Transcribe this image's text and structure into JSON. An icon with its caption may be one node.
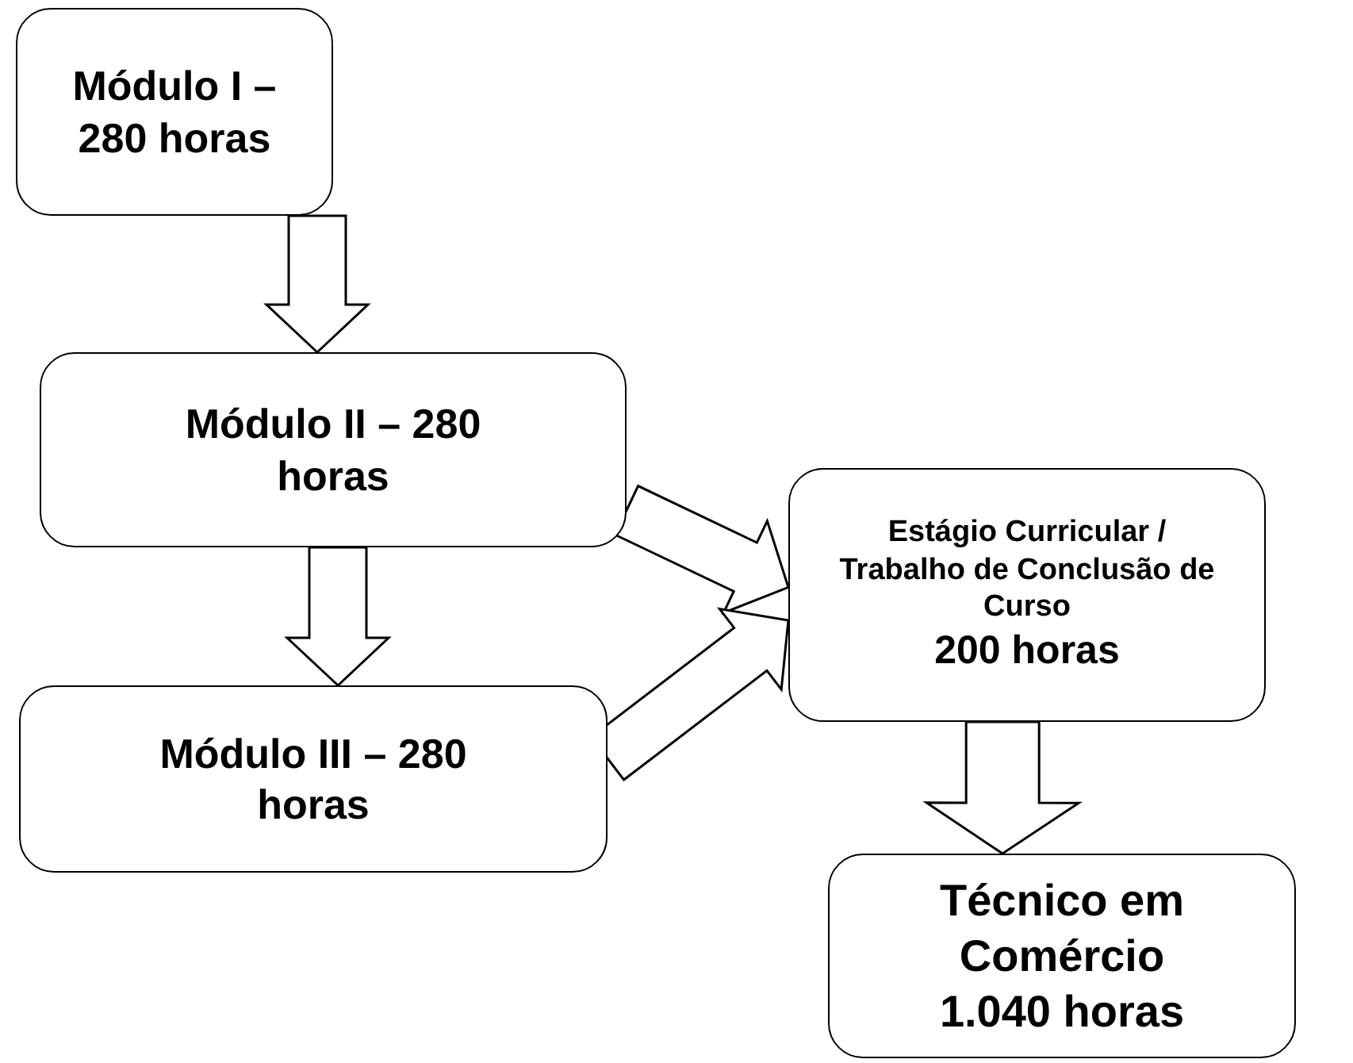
{
  "diagram": {
    "nodes": [
      {
        "text": [
          "Módulo I – 280 horas"
        ]
      },
      {
        "text": [
          "Módulo II – 280 horas"
        ]
      },
      {
        "text": [
          "Módulo III – 280 horas"
        ]
      },
      {
        "text": [
          "Estágio Curricular / Trabalho de Conclusão de Curso",
          "200 horas"
        ]
      },
      {
        "text": [
          "Técnico em Comércio 1.040 horas"
        ]
      }
    ],
    "edges": [
      {
        "from": 0,
        "to": 1,
        "arrow": "to"
      },
      {
        "from": 1,
        "to": 2,
        "arrow": "to"
      },
      {
        "from": 1,
        "to": 3,
        "arrow": "to"
      },
      {
        "from": 2,
        "to": 3,
        "arrow": "to"
      },
      {
        "from": 3,
        "to": 4,
        "arrow": "to"
      }
    ]
  }
}
